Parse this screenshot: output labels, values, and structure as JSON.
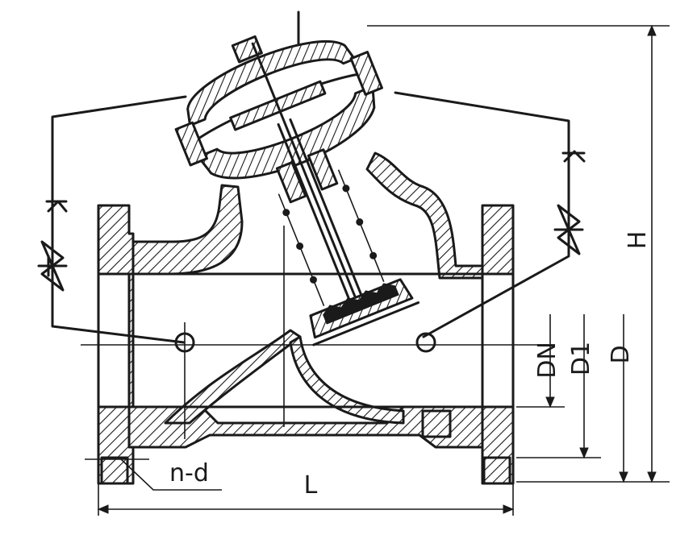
{
  "labels": {
    "H": "H",
    "DN": "DN",
    "D1": "D1",
    "D": "D",
    "L": "L",
    "nd": "n-d"
  }
}
